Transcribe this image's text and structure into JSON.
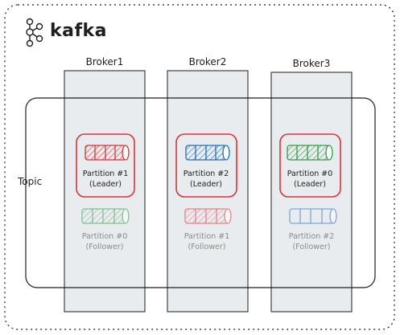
{
  "brand": {
    "name": "kafka",
    "logo_icon": "kafka-logo-icon"
  },
  "topic": {
    "label": "Topic"
  },
  "brokers": [
    {
      "name": "Broker1",
      "leader": {
        "partition": "Partition #1",
        "role": "(Leader)",
        "color": "#e03131"
      },
      "follower": {
        "partition": "Partition #0",
        "role": "(Follower)",
        "color": "#2f9e44"
      }
    },
    {
      "name": "Broker2",
      "leader": {
        "partition": "Partition #2",
        "role": "(Leader)",
        "color": "#1971c2"
      },
      "follower": {
        "partition": "Partition #1",
        "role": "(Follower)",
        "color": "#e03131"
      }
    },
    {
      "name": "Broker3",
      "leader": {
        "partition": "Partition #0",
        "role": "(Leader)",
        "color": "#2f9e44"
      },
      "follower": {
        "partition": "Partition #2",
        "role": "(Follower)",
        "color": "#1971c2"
      }
    }
  ],
  "colors": {
    "broker_fill": "#e9ecef",
    "leader_border": "#e03131",
    "outline": "#1e1e1e"
  }
}
